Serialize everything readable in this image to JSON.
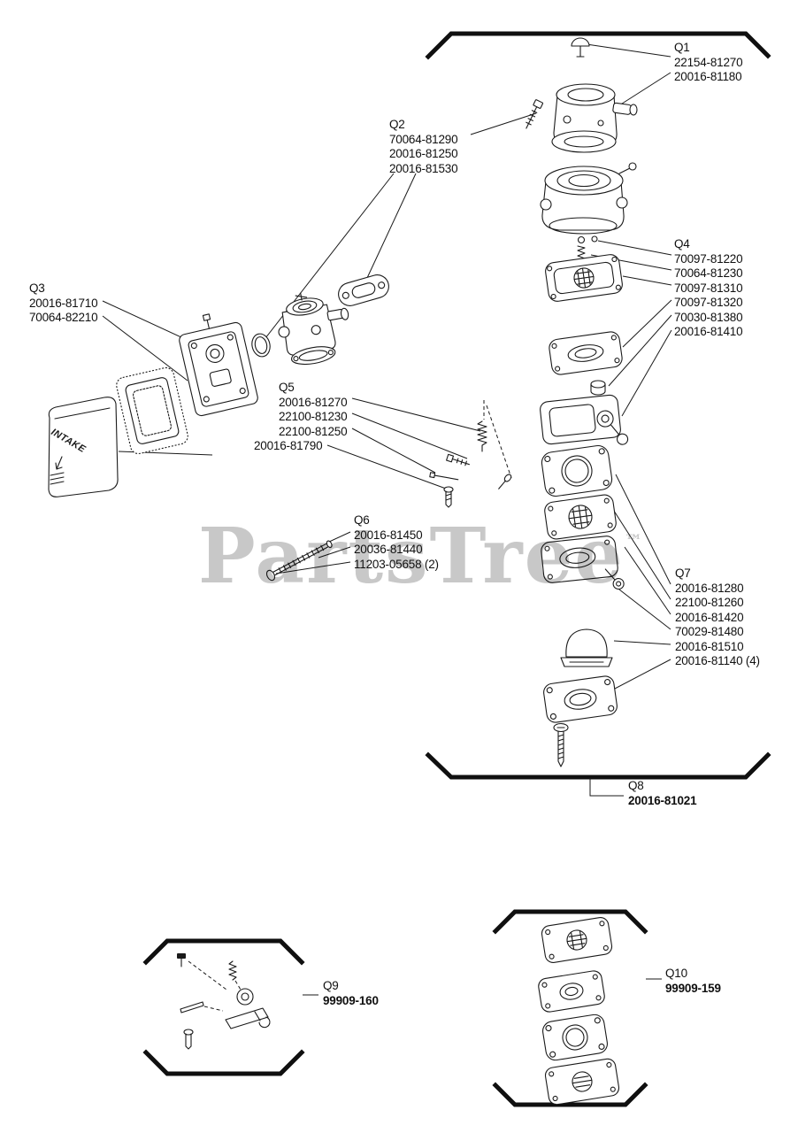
{
  "watermark": {
    "text": "PartsTree",
    "tm": "™"
  },
  "diagram_text": {
    "intake": "INTAKE"
  },
  "callouts": [
    {
      "id": "Q1",
      "lines": [
        "22154-81270",
        "20016-81180"
      ]
    },
    {
      "id": "Q2",
      "lines": [
        "70064-81290",
        "20016-81250",
        "20016-81530"
      ]
    },
    {
      "id": "Q3",
      "lines": [
        "20016-81710",
        "70064-82210"
      ]
    },
    {
      "id": "Q4",
      "lines": [
        "70097-81220",
        "70064-81230",
        "70097-81310",
        "70097-81320",
        "70030-81380",
        "20016-81410"
      ]
    },
    {
      "id": "Q5",
      "lines": [
        "20016-81270",
        "22100-81230",
        "22100-81250",
        "20016-81790"
      ]
    },
    {
      "id": "Q6",
      "lines": [
        "20016-81450",
        "20036-81440",
        "11203-05658 (2)"
      ]
    },
    {
      "id": "Q7",
      "lines": [
        "20016-81280",
        "22100-81260",
        "20016-81420",
        "70029-81480",
        "20016-81510",
        "20016-81140 (4)"
      ]
    },
    {
      "id": "Q8",
      "lines": [
        "20016-81021"
      ]
    },
    {
      "id": "Q9",
      "lines": [
        "99909-160"
      ]
    },
    {
      "id": "Q10",
      "lines": [
        "99909-159"
      ]
    }
  ]
}
